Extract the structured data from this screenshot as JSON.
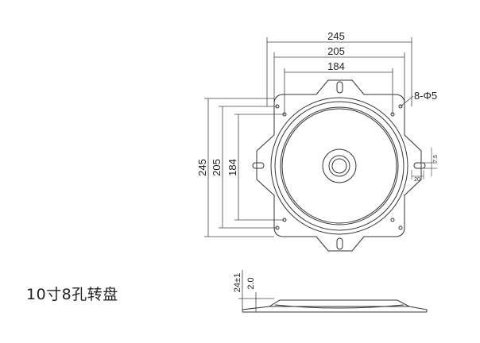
{
  "caption": "10寸8孔转盘",
  "dimensions": {
    "top_outer": "245",
    "top_mid": "205",
    "top_inner": "184",
    "left_outer": "245",
    "left_mid": "205",
    "left_inner": "184",
    "holes": "8-Φ5",
    "slot_height": "7.5",
    "slot_width": "20",
    "side_height": "24±1",
    "side_thickness": "2.0"
  },
  "colors": {
    "line": "#333333",
    "text": "#222222",
    "background": "#ffffff"
  }
}
